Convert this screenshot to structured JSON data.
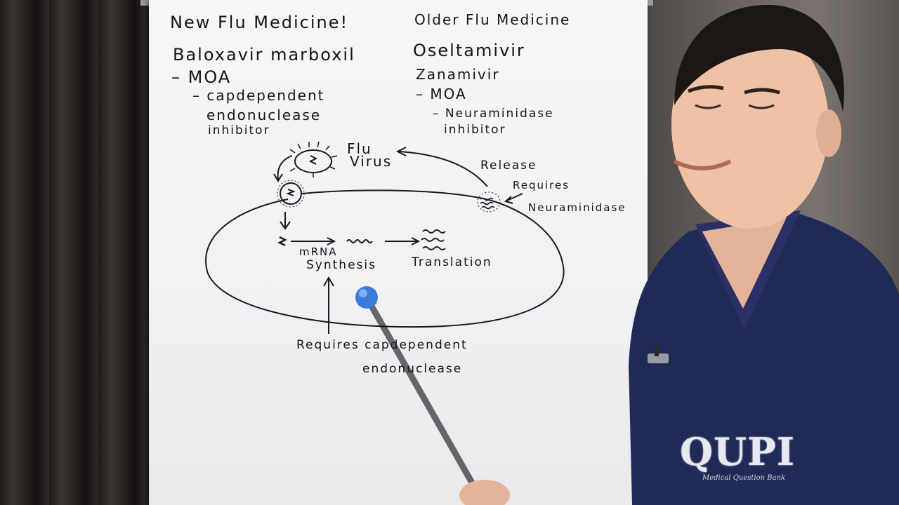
{
  "board": {
    "left_col": {
      "heading": "New Flu Medicine!",
      "drug": "Baloxavir marboxil",
      "moa": "– MOA",
      "mech1": "– capdependent",
      "mech2": "endonuclease",
      "mech3": "inhibitor"
    },
    "right_col": {
      "heading": "Older Flu Medicine",
      "drug1": "Oseltamivir",
      "drug2": "Zanamivir",
      "moa": "– MOA",
      "mech1": "– Neuraminidase",
      "mech2": "inhibitor"
    },
    "diagram": {
      "flu_virus_1": "Flu",
      "flu_virus_2": "Virus",
      "release": "Release",
      "requires": "Requires",
      "neuraminidase": "Neuraminidase",
      "mrna": "mRNA",
      "synthesis": "Synthesis",
      "translation": "Translation",
      "requires_cap": "Requires capdependent",
      "endonuclease": "endonuclease"
    }
  },
  "logo": {
    "brand": "QUPI",
    "tagline": "Medical Question Bank"
  }
}
